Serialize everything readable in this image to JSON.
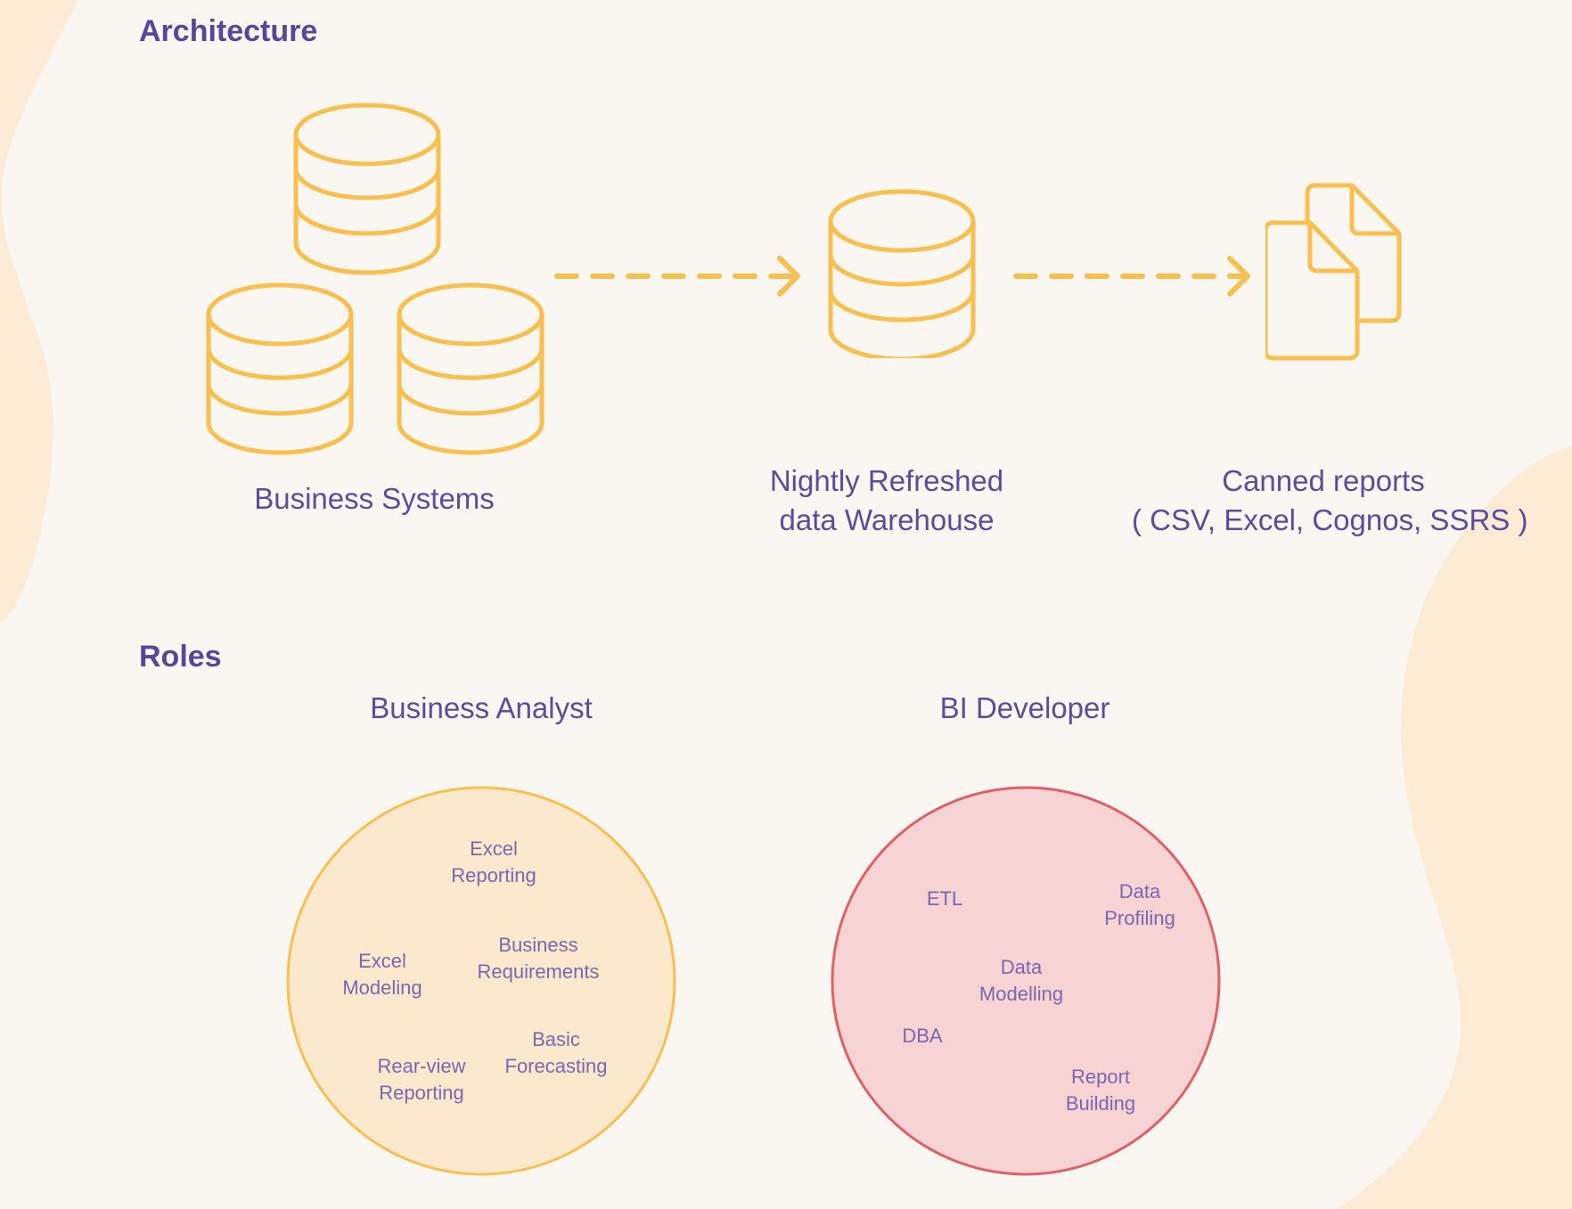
{
  "architecture": {
    "title": "Architecture",
    "business_systems": {
      "label": "Business Systems"
    },
    "warehouse": {
      "label_line1": "Nightly Refreshed",
      "label_line2": "data Warehouse"
    },
    "reports": {
      "label_line1": "Canned reports",
      "label_line2": "( CSV, Excel, Cognos, SSRS )"
    }
  },
  "roles": {
    "title": "Roles",
    "business_analyst": {
      "title": "Business Analyst",
      "color": "#fbbf4f",
      "fill": "#fce8cc",
      "skills": [
        {
          "line1": "Excel",
          "line2": "Reporting"
        },
        {
          "line1": "Excel",
          "line2": "Modeling"
        },
        {
          "line1": "Business",
          "line2": "Requirements"
        },
        {
          "line1": "Basic",
          "line2": "Forecasting"
        },
        {
          "line1": "Rear-view",
          "line2": "Reporting"
        }
      ]
    },
    "bi_developer": {
      "title": "BI Developer",
      "color": "#e06066",
      "fill": "#f7d3d3",
      "skills": [
        {
          "line1": "ETL",
          "line2": ""
        },
        {
          "line1": "Data",
          "line2": "Profiling"
        },
        {
          "line1": "Data",
          "line2": "Modelling"
        },
        {
          "line1": "DBA",
          "line2": ""
        },
        {
          "line1": "Report",
          "line2": "Building"
        }
      ]
    }
  },
  "colors": {
    "accent": "#fbbf4f",
    "text": "#5b4c9c",
    "background": "#faf6f2",
    "blob": "#fdebd6"
  }
}
